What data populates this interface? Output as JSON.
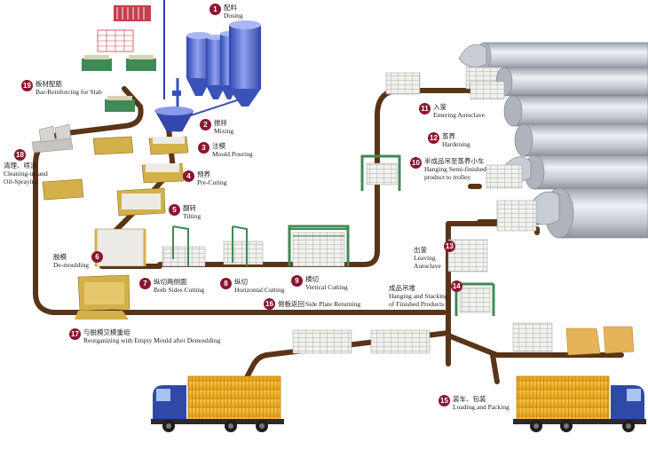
{
  "steps": [
    {
      "id": "1",
      "zh": "配料",
      "en": "Dosing"
    },
    {
      "id": "2",
      "zh": "搅拌",
      "en": "Mixing"
    },
    {
      "id": "3",
      "zh": "注模",
      "en": "Mould Pouring"
    },
    {
      "id": "4",
      "zh": "预养",
      "en": "Pre-Curing"
    },
    {
      "id": "5",
      "zh": "翻转",
      "en": "Tilting"
    },
    {
      "id": "6",
      "zh": "脱模",
      "en": "De-moulding"
    },
    {
      "id": "7",
      "zh": "纵切两侧面",
      "en": "Both Sides Cutting"
    },
    {
      "id": "8",
      "zh": "纵切",
      "en": "Horizontal Cutting"
    },
    {
      "id": "9",
      "zh": "横切",
      "en": "Vertical Cutting"
    },
    {
      "id": "10",
      "zh": "半成品吊至蒸养小车",
      "en": "Hanging Semi-finished",
      "en2": "product to trolley"
    },
    {
      "id": "11",
      "zh": "入釜",
      "en": "Entering Autoclave"
    },
    {
      "id": "12",
      "zh": "蒸养",
      "en": "Hardening"
    },
    {
      "id": "13",
      "zh": "出釜",
      "en": "Leaving",
      "en2": "Autoclave"
    },
    {
      "id": "14",
      "zh": "成品吊堆",
      "en": "Hanging and Stacking",
      "en2": "of Finished Products"
    },
    {
      "id": "15",
      "zh": "装车、包装",
      "en": "Loading and Packing"
    },
    {
      "id": "16",
      "zh": "侧板返回",
      "en": "Side Plate Returning"
    },
    {
      "id": "17",
      "zh": "与脱模交模重组",
      "en": "Reorganizing with Empty Mould after Demoulding"
    },
    {
      "id": "18",
      "zh": "清理、喷油",
      "en": "Cleaning-up and",
      "en2": "Oil-Spraying"
    },
    {
      "id": "19",
      "zh": "板材配筋",
      "en": "Bar-Reinforcing for Slab"
    }
  ],
  "colors": {
    "track": "#5a3416",
    "badge": "#8b1530",
    "silo": "#4a5fc4",
    "autoclave": "#c9ccd3",
    "truck_body": "#2f49a8",
    "container": "#f2b01e",
    "frame_green": "#3f8a55",
    "mould": "#d4b04a",
    "cake": "#ecebe6"
  }
}
